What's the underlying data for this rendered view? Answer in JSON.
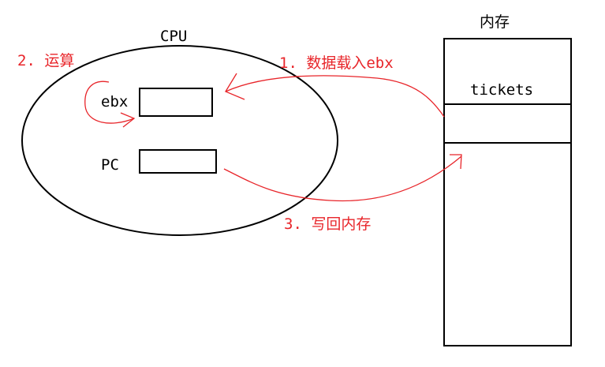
{
  "cpu": {
    "title": "CPU",
    "registers": [
      {
        "name": "ebx"
      },
      {
        "name": "PC"
      }
    ]
  },
  "memory": {
    "title": "内存",
    "cell_label": "tickets"
  },
  "steps": [
    {
      "label": "1. 数据载入ebx"
    },
    {
      "label": "2. 运算"
    },
    {
      "label": "3. 写回内存"
    }
  ],
  "colors": {
    "annotation": "#e8252a",
    "outline": "#000000"
  }
}
